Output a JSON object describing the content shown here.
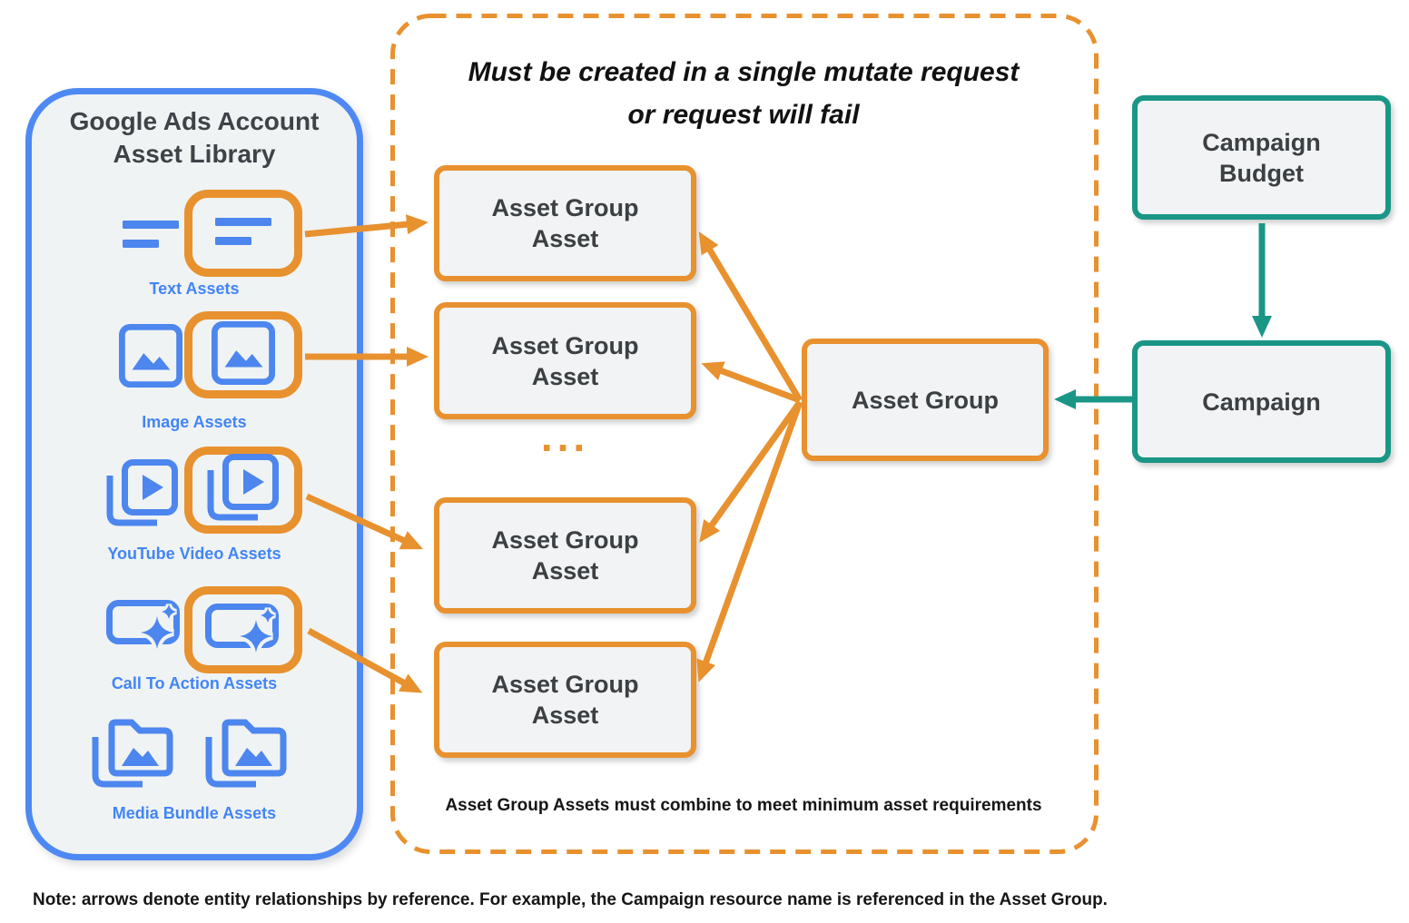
{
  "asset_library": {
    "title_line1": "Google Ads Account",
    "title_line2": "Asset Library",
    "items": [
      {
        "label": "Text Assets",
        "icon": "text-lines-icon"
      },
      {
        "label": "Image Assets",
        "icon": "image-icon"
      },
      {
        "label": "YouTube Video  Assets",
        "icon": "youtube-video-icon"
      },
      {
        "label": "Call To Action Assets",
        "icon": "call-to-action-icon"
      },
      {
        "label": "Media Bundle  Assets",
        "icon": "media-bundle-icon"
      }
    ]
  },
  "mutate_group": {
    "title_line1": "Must be created in a single mutate request",
    "title_line2": "or request will fail",
    "asset_group_asset_boxes": [
      {
        "label": "Asset Group Asset"
      },
      {
        "label": "Asset Group Asset"
      },
      {
        "label": "Asset Group Asset"
      },
      {
        "label": "Asset Group Asset"
      }
    ],
    "ellipsis": "...",
    "footer": "Asset Group Assets must combine to meet minimum asset requirements"
  },
  "asset_group": {
    "label": "Asset Group"
  },
  "campaign_budget": {
    "label": "Campaign Budget"
  },
  "campaign": {
    "label": "Campaign"
  },
  "note": "Note: arrows denote entity relationships by reference. For example, the Campaign resource name is referenced in the Asset Group.",
  "colors": {
    "orange": "#E8912F",
    "blue_border": "#4E89F3",
    "blue_label": "#4285F4",
    "icon_blue": "#4C86EE",
    "teal": "#1A9687",
    "box_fill": "#F1F3F4",
    "text_dark": "#3C4043"
  }
}
